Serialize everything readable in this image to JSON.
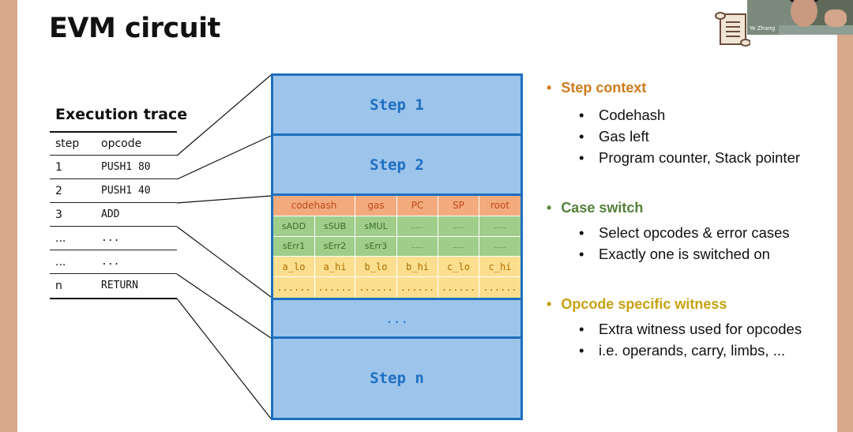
{
  "slide": {
    "title": "EVM circuit"
  },
  "trace": {
    "title": "Execution trace",
    "header": {
      "step": "step",
      "opcode": "opcode"
    },
    "rows": [
      {
        "step": "1",
        "opcode": "PUSH1 80"
      },
      {
        "step": "2",
        "opcode": "PUSH1 40"
      },
      {
        "step": "3",
        "opcode": "ADD"
      },
      {
        "step": "...",
        "opcode": "..."
      },
      {
        "step": "...",
        "opcode": "..."
      },
      {
        "step": "n",
        "opcode": "RETURN"
      }
    ]
  },
  "circuit": {
    "step1": "Step 1",
    "step2": "Step 2",
    "ellipsis": "...",
    "stepn": "Step n",
    "context_header": [
      "codehash",
      "gas",
      "PC",
      "SP",
      "root"
    ],
    "switch_row1": [
      "sADD",
      "sSUB",
      "sMUL",
      "......",
      "......",
      "......"
    ],
    "switch_row2": [
      "sErr1",
      "sErr2",
      "sErr3",
      "......",
      "......",
      "......"
    ],
    "witness_row1": [
      "a_lo",
      "a_hi",
      "b_lo",
      "b_hi",
      "c_lo",
      "c_hi"
    ],
    "witness_row2": [
      "......",
      "......",
      "......",
      "......",
      "......",
      "......"
    ]
  },
  "bullets": {
    "step_context": {
      "title": "Step context",
      "items": [
        "Codehash",
        "Gas left",
        "Program counter, Stack pointer"
      ]
    },
    "case_switch": {
      "title": "Case switch",
      "items": [
        "Select opcodes & error cases",
        "Exactly one is switched on"
      ]
    },
    "opcode_witness": {
      "title": "Opcode specific witness",
      "items": [
        "Extra witness used for opcodes",
        "i.e. operands, carry, limbs, ..."
      ]
    },
    "bullet_char": "•"
  },
  "webcam": {
    "name": "Ye Zhang"
  },
  "colors": {
    "circuit_blue": "#9dc4ea",
    "circuit_border": "#1d6fbe",
    "context_orange": "#f3ab7d",
    "switch_green": "#9fce8b",
    "witness_yellow": "#fbdf8f",
    "heading_orange": "#cf7a1a",
    "heading_green": "#53803a",
    "heading_gold": "#c8a10e"
  }
}
